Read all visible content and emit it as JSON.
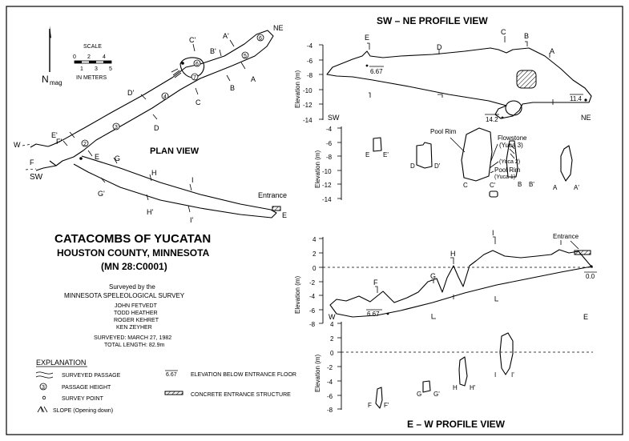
{
  "plan": {
    "north_label": "N",
    "north_sub": "mag",
    "scale": {
      "title": "SCALE",
      "top_ticks": [
        "0",
        "2",
        "4"
      ],
      "bottom_ticks": [
        "1",
        "3",
        "5"
      ],
      "units": "IN METERS"
    },
    "title": "PLAN VIEW",
    "ends": {
      "ne": "NE",
      "sw": "SW",
      "w": "W",
      "f": "F",
      "e": "E",
      "entrance": "Entrance"
    },
    "section_labels": [
      "C'",
      "A'",
      "B'",
      "A",
      "B",
      "C",
      "D'",
      "D",
      "E'",
      "E",
      "F'",
      "G",
      "G'",
      "H",
      "H'",
      "I",
      "I'"
    ],
    "heights": [
      "6",
      "5",
      "4",
      "3",
      "2",
      "7",
      "6"
    ]
  },
  "title_block": {
    "title": "CATACOMBS OF YUCATAN",
    "county": "HOUSTON COUNTY, MINNESOTA",
    "id": "(MN 28:C0001)",
    "surveyed_by": "Surveyed by the",
    "survey_org": "MINNESOTA SPELEOLOGICAL SURVEY",
    "names": [
      "JOHN FETVEDT",
      "TODD HEATHER",
      "ROGER KEHRET",
      "KEN ZEYHER"
    ],
    "date": "SURVEYED: MARCH 27, 1982",
    "length": "TOTAL LENGTH: 82.9m"
  },
  "explanation": {
    "title": "EXPLANATION",
    "items": [
      "SURVEYED PASSAGE",
      "PASSAGE HEIGHT",
      "SURVEY POINT",
      "SLOPE (Opening down)"
    ],
    "items_right": [
      "ELEVATION BELOW ENTRANCE FLOOR",
      "CONCRETE ENTRANCE STRUCTURE"
    ],
    "sample_elev": "6.67",
    "sample_height": "3"
  },
  "sw_ne": {
    "title": "SW – NE PROFILE VIEW",
    "axis_label": "Elevation (m)",
    "ticks": [
      "-4",
      "-6",
      "-8",
      "-10",
      "-12",
      "-14"
    ],
    "ends": [
      "SW",
      "NE"
    ],
    "section_letters": [
      "E",
      "D",
      "C",
      "B",
      "A"
    ],
    "elevations": [
      "6.67",
      "14.2",
      "11.4"
    ]
  },
  "xsec_top": {
    "axis_label": "Elevation (m)",
    "ticks": [
      "-4",
      "-6",
      "-8",
      "-10",
      "-12",
      "-14"
    ],
    "labels": [
      "E",
      "E'",
      "D",
      "D'",
      "C",
      "C'",
      "B",
      "B'",
      "A",
      "A'"
    ],
    "notes": {
      "pool_rim": "Pool Rim",
      "flowstone": "Flowstone",
      "yuca3": "(Yuca 3)",
      "yuca2": "(Yuca 2)",
      "pool_rim2": "Pool Rim",
      "yuca1": "(Yuca 1)"
    }
  },
  "e_w": {
    "title": "E – W PROFILE VIEW",
    "axis_label": "Elevation (m)",
    "ticks": [
      "4",
      "2",
      "0",
      "-2",
      "-4",
      "-6",
      "-8"
    ],
    "ends": [
      "W",
      "E"
    ],
    "entrance": "Entrance",
    "section_letters": [
      "F",
      "G",
      "H",
      "I"
    ],
    "elevations": [
      "6.67",
      "0.0"
    ]
  },
  "xsec_bottom": {
    "axis_label": "Elevation (m)",
    "ticks": [
      "4",
      "2",
      "0",
      "-2",
      "-4",
      "-6",
      "-8"
    ],
    "labels": [
      "F",
      "F'",
      "G",
      "G'",
      "H",
      "H'",
      "I",
      "I'"
    ]
  }
}
